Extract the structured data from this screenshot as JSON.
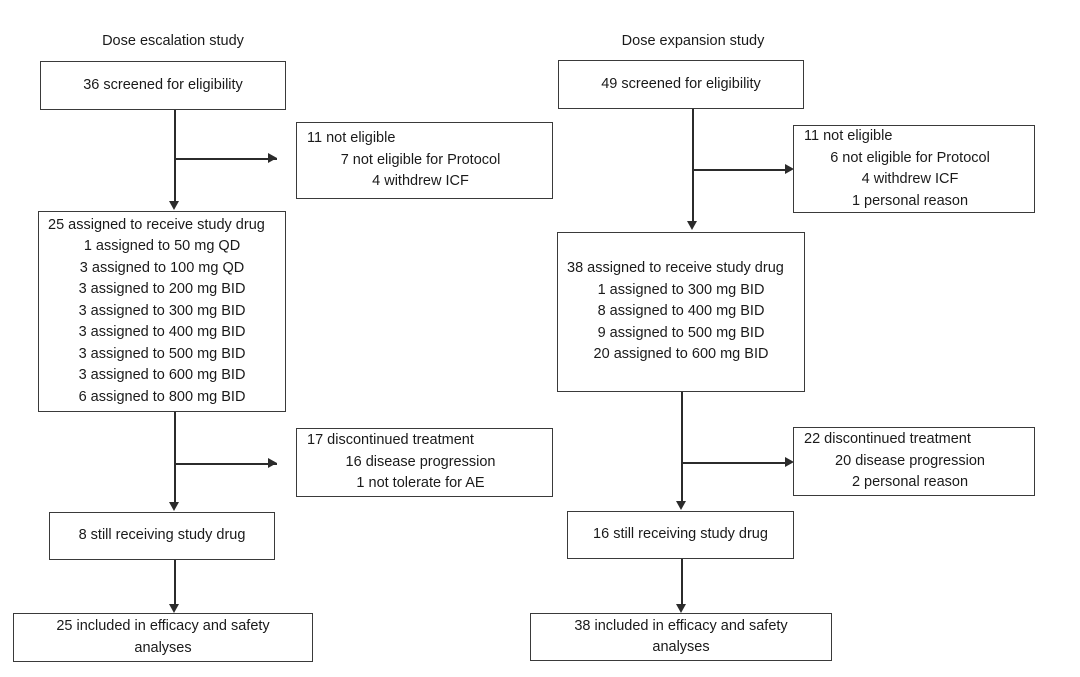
{
  "figure": {
    "type": "flowchart",
    "subtype": "CONSORT participant flow diagram",
    "columns": [
      {
        "id": "dose-escalation",
        "title": "Dose escalation study",
        "nodes": [
          {
            "id": "screened",
            "lines": [
              "36 screened for eligibility"
            ]
          },
          {
            "id": "not-eligible",
            "lines": [
              "11 not eligible",
              "7 not eligible for Protocol",
              "4 withdrew ICF"
            ]
          },
          {
            "id": "assigned",
            "lines": [
              "25 assigned to receive study drug",
              "1 assigned to 50 mg QD",
              "3 assigned to 100 mg QD",
              "3 assigned to 200 mg BID",
              "3 assigned to 300 mg BID",
              "3 assigned to 400 mg BID",
              "3 assigned to 500 mg BID",
              "3 assigned to 600 mg BID",
              "6 assigned to 800 mg BID"
            ]
          },
          {
            "id": "discontinued",
            "lines": [
              "17 discontinued treatment",
              "16 disease progression",
              "1 not tolerate for AE"
            ]
          },
          {
            "id": "still-receiving",
            "lines": [
              "8 still receiving study drug"
            ]
          },
          {
            "id": "analysed",
            "lines": [
              "25 included in efficacy and safety",
              "analyses"
            ]
          }
        ]
      },
      {
        "id": "dose-expansion",
        "title": "Dose expansion study",
        "nodes": [
          {
            "id": "screened",
            "lines": [
              "49 screened for eligibility"
            ]
          },
          {
            "id": "not-eligible",
            "lines": [
              "11 not eligible",
              "6 not eligible for Protocol",
              "4 withdrew ICF",
              "1 personal reason"
            ]
          },
          {
            "id": "assigned",
            "lines": [
              "38 assigned to receive study drug",
              "1 assigned to 300 mg BID",
              "8 assigned to 400 mg BID",
              "9 assigned to 500 mg BID",
              "20 assigned to 600 mg BID"
            ]
          },
          {
            "id": "discontinued",
            "lines": [
              "22 discontinued treatment",
              "20 disease progression",
              "2 personal reason"
            ]
          },
          {
            "id": "still-receiving",
            "lines": [
              "16 still receiving study drug"
            ]
          },
          {
            "id": "analysed",
            "lines": [
              "38 included in efficacy and safety",
              "analyses"
            ]
          }
        ]
      }
    ],
    "colors": {
      "background": "#ffffff",
      "box_border": "#3a3a3a",
      "connector": "#2b2b2b",
      "text": "#1a1a1a"
    }
  }
}
